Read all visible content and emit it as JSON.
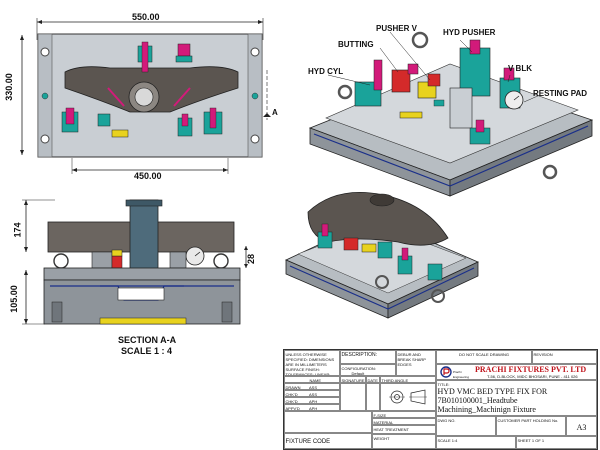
{
  "top_view": {
    "dim_width": "550.00",
    "dim_height": "330.00",
    "dim_inner": "450.00",
    "section_marker": "A"
  },
  "section_view": {
    "dim_174": "174",
    "dim_105": "105.00",
    "dim_28": "28",
    "caption_title": "SECTION A-A",
    "caption_scale": "SCALE 1 : 4"
  },
  "iso_callouts": {
    "pusher_v": "PUSHER V",
    "hyd_pusher": "HYD PUSHER",
    "butting": "BUTTING",
    "hyd_cyl": "HYD CYL",
    "v_blk": "V BLK",
    "resting_pad": "RESTING PAD"
  },
  "title_block": {
    "tolerance_note": "UNLESS OTHERWISE SPECIFIED: DIMENSIONS ARE IN MILLIMETERS SURFACE FINISH: TOLERANCES: LINEAR: ANGULAR:",
    "description_label": "DESCRIPTION:",
    "configuration_label": "CONFIGURATION:",
    "configuration_value": "Default",
    "deburr_note": "DEBUR AND BREAK SHARP EDGES",
    "do_not_scale": "DO NOT SCALE DRAWING",
    "revision_label": "REVISION",
    "col_name": "NAME",
    "col_signature": "SIGNATURE",
    "col_date": "DATE",
    "projection": "THIRD ANGLE PROJECTION",
    "rows": [
      {
        "role": "DRAWN",
        "name": "ASS"
      },
      {
        "role": "CHK'D",
        "name": "ASS"
      },
      {
        "role": "CHK'D",
        "name": "APH"
      },
      {
        "role": "APPV'D",
        "name": "APH"
      }
    ],
    "size_label": "F-SIZE",
    "material_label": "MATERIAL",
    "treatment_label": "HEAT TREATMENT",
    "weight_label": "WEIGHT",
    "company_logo_text": "Prachi Engineering",
    "company_name": "PRACHI FIXTURES PVT. LTD",
    "company_address": "T-56, D-BLOCK, MIDC BHOSARI, PUNE - 411 026",
    "title_label": "TITLE:",
    "title_line1": "HYD VMC BED TYPE FIX FOR",
    "title_line2": "7B010100001_Headtube",
    "title_line3": "Machining_Machinign Fixture",
    "dwg_no_label": "DWG NO.",
    "customer_part_label": "CUSTOMER PART HOLDING No.",
    "sheet_size": "A3",
    "fixture_code_label": "FIXTURE CODE",
    "scale_label": "SCALE 1:4",
    "sheet_label": "SHEET 1 OF 1"
  },
  "colors": {
    "base_gray": "#9aa0a6",
    "plate_gray": "#c7cdd2",
    "dark_part": "#5b5550",
    "magenta": "#d21a7a",
    "teal": "#1aa39a",
    "red": "#d42a2a",
    "yellow": "#e8d21e",
    "blue_line": "#1a2f8a",
    "company_red": "#c0141c"
  }
}
